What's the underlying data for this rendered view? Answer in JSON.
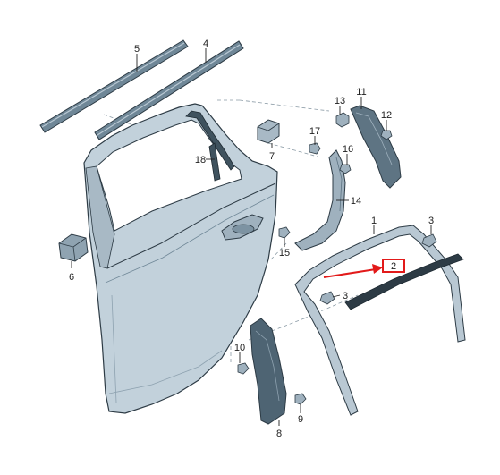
{
  "diagram": {
    "parts": [
      {
        "id": "1",
        "label": "1"
      },
      {
        "id": "2",
        "label": "2",
        "highlighted": true
      },
      {
        "id": "3a",
        "label": "3"
      },
      {
        "id": "3b",
        "label": "3"
      },
      {
        "id": "4",
        "label": "4"
      },
      {
        "id": "5",
        "label": "5"
      },
      {
        "id": "6",
        "label": "6"
      },
      {
        "id": "7",
        "label": "7"
      },
      {
        "id": "8",
        "label": "8"
      },
      {
        "id": "9",
        "label": "9"
      },
      {
        "id": "10",
        "label": "10"
      },
      {
        "id": "11",
        "label": "11"
      },
      {
        "id": "12",
        "label": "12"
      },
      {
        "id": "13",
        "label": "13"
      },
      {
        "id": "14",
        "label": "14"
      },
      {
        "id": "15",
        "label": "15"
      },
      {
        "id": "16",
        "label": "16"
      },
      {
        "id": "17",
        "label": "17"
      },
      {
        "id": "18",
        "label": "18"
      }
    ],
    "colors": {
      "part_fill": "#b9c8d3",
      "part_fill_dark": "#6f8797",
      "outline": "#2d3b45",
      "leader": "#222222",
      "dashed": "#8a9aa5",
      "highlight": "#e21a1a"
    }
  }
}
